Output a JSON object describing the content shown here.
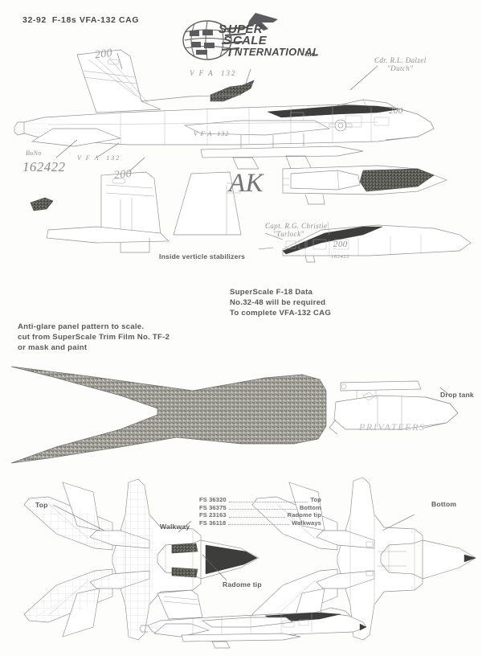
{
  "sheet": {
    "header": "32-92  F-18s VFA-132 CAG",
    "background_color": "#fdfdfc",
    "ink_color": "#8e8e90"
  },
  "logo": {
    "line1": "UPER",
    "line2": "CALE",
    "line3": "NTERNATIONAL",
    "suffix": "inc.",
    "cap1": "S",
    "cap2": "S",
    "cap3": "I",
    "icons": [
      "globe-icon",
      "jet-silhouette-icon"
    ]
  },
  "notes": {
    "inside_stabilizers": "Inside verticle stabilizers",
    "data_block": [
      "SuperScale F-18 Data",
      "No.32-48 will be required",
      "To complete VFA-132 CAG"
    ],
    "antiglare_block": [
      "Anti-glare panel pattern to scale.",
      "cut from SuperScale Trim Film No. TF-2",
      "or mask and paint"
    ]
  },
  "callouts": {
    "drop_tank": "Drop tank",
    "top": "Top",
    "bottom": "Bottom",
    "walkway": "Walkway",
    "radome_tip": "Radome tip"
  },
  "fs_colors": [
    {
      "code": "FS 36320",
      "use": "Top"
    },
    {
      "code": "FS 36375",
      "use": "Bottom"
    },
    {
      "code": "FS 23163",
      "use": "Radome tip"
    },
    {
      "code": "FS 36118",
      "use": "Walkways"
    }
  ],
  "handwriting": {
    "tail_number_top": "200",
    "squadron_top": "V F A  132",
    "nose_name": "Cdr. R.L. Dalzel",
    "nose_nick": "\"Dutch\"",
    "bureau_label": "BuNo",
    "bureau_number": "162422",
    "side_squadron": "V F A  132",
    "tail_num_mid": "200",
    "tail_code": "AK",
    "pilot_name_mid": "Capt. R.G. Christie",
    "pilot_nick_mid": "\"Turlock\"",
    "nose_num_mid": "200",
    "nose_stencil": "162422",
    "lex_marking": "V F A  132",
    "tank_script": "PRIVATEERS"
  }
}
